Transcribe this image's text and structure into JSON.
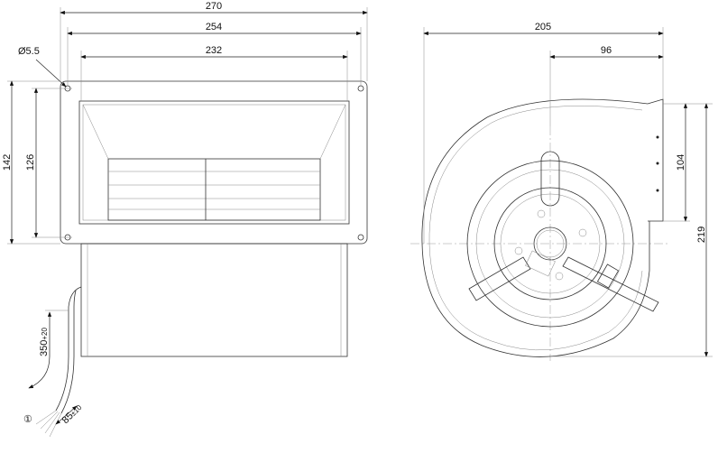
{
  "front_view": {
    "dim_overall_width": "270",
    "dim_hole_spacing_width": "254",
    "dim_opening_width": "232",
    "dim_hole_diameter": "Ø5.5",
    "dim_overall_height": "142",
    "dim_hole_spacing_height": "126",
    "dim_cable_length": "350",
    "dim_cable_length_tol": "+20",
    "dim_strip_length": "85",
    "dim_strip_length_tol": "±10",
    "callout": "①"
  },
  "side_view": {
    "dim_overall_width": "205",
    "dim_offset_width": "96",
    "dim_bracket_height": "104",
    "dim_overall_height": "219"
  }
}
